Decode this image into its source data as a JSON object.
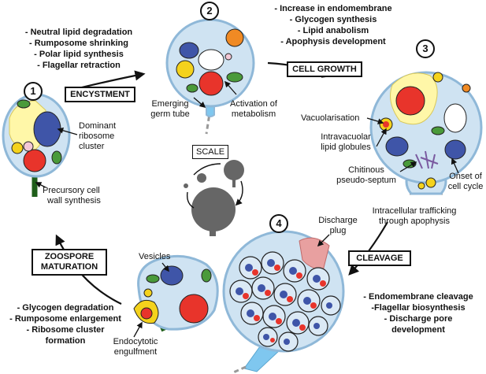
{
  "stages": {
    "n1": "1",
    "n2": "2",
    "n3": "3",
    "n4": "4"
  },
  "transitions": {
    "encystment": "ENCYSTMENT",
    "cell_growth": "CELL GROWTH",
    "cleavage": "CLEAVAGE",
    "zoospore_maturation": [
      "ZOOSPORE",
      "MATURATION"
    ],
    "scale": "SCALE"
  },
  "lists": {
    "encystment_events": [
      "- Neutral lipid degradation",
      "- Rumposome shrinking",
      "- Polar lipid synthesis",
      "- Flagellar retraction"
    ],
    "growth_events": [
      "- Increase in endomembrane",
      "- Glycogen synthesis",
      "- Lipid anabolism",
      "- Apophysis development"
    ],
    "cleavage_events": [
      "- Endomembrane cleavage",
      "-Flagellar biosynthesis",
      "- Discharge pore",
      "development"
    ],
    "maturation_events": [
      "- Glycogen degradation",
      "- Rumposome enlargement",
      "- Ribosome cluster",
      "formation"
    ]
  },
  "labels": {
    "dominant_ribosome": [
      "Dominant",
      "ribosome",
      "cluster"
    ],
    "precursory_wall": [
      "Precursory cell",
      "wall synthesis"
    ],
    "emerging_germ_tube": [
      "Emerging",
      "germ tube"
    ],
    "activation_metabolism": [
      "Activation of",
      "metabolism"
    ],
    "vacuolarisation": "Vacuolarisation",
    "intravacuolar_lipid": [
      "Intravacuolar",
      "lipid globules"
    ],
    "chitinous_septum": [
      "Chitinous",
      "pseudo-septum"
    ],
    "onset_cell_cycle": [
      "Onset of",
      "cell cycle"
    ],
    "intracellular_trafficking": [
      "Intracellular trafficking",
      "through apophysis"
    ],
    "discharge_plug": [
      "Discharge",
      "plug"
    ],
    "vesicles": "Vesicles",
    "endocytotic": [
      "Endocytotic",
      "engulfment"
    ]
  },
  "colors": {
    "cytoplasm": "#cfe3f2",
    "membrane": "#8fb8d8",
    "nucleus": "#3f55a8",
    "lipid": "#e8342b",
    "vacuole": "#fff7a8",
    "yellow": "#f4d21c",
    "mito": "#4a9a3a",
    "orange": "#f08a24",
    "grey": "#666666",
    "plug": "#e8a0a0",
    "tube": "#7fc7ef"
  }
}
